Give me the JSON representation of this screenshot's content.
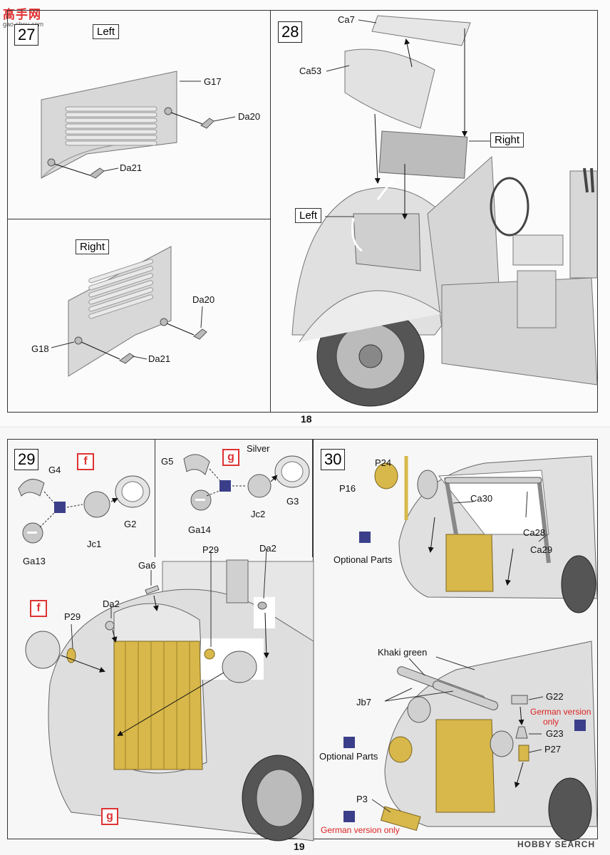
{
  "watermark_top": {
    "chars": "高手网",
    "domain": "gao-shou.com"
  },
  "watermark_bottom": "HOBBY SEARCH",
  "top_page": {
    "page_number": "18",
    "step27": {
      "number": "27",
      "left_label": "Left",
      "right_label": "Right",
      "parts_left": [
        "G17",
        "Da20",
        "Da21"
      ],
      "parts_right": [
        "Da20",
        "G18",
        "Da21"
      ]
    },
    "step28": {
      "number": "28",
      "parts": [
        "Ca7",
        "Ca53"
      ],
      "right_label": "Right",
      "left_label": "Left"
    }
  },
  "bottom_page": {
    "page_number": "19",
    "step29": {
      "number": "29",
      "box_f1": "f",
      "box_g1": "g",
      "box_f2": "f",
      "box_g2": "g",
      "silver": "Silver",
      "parts_a": [
        "G4",
        "Ga13",
        "Jc1",
        "G2"
      ],
      "parts_b": [
        "G5",
        "Ga14",
        "Jc2",
        "G3"
      ],
      "parts_main": [
        "Ga6",
        "P29",
        "Da2",
        "Da2",
        "P29"
      ]
    },
    "step30": {
      "number": "30",
      "parts_top": [
        "P24",
        "P16",
        "Ca30",
        "Ca28",
        "Ca29"
      ],
      "optional_parts": "Optional Parts",
      "khaki": "Khaki green",
      "parts_bottom": [
        "Jb7",
        "G22",
        "G23",
        "P27",
        "P3"
      ],
      "german_only_a": "German version",
      "german_only_b": "only",
      "optional_parts_2": "Optional Parts",
      "german_only_c": "German version only"
    }
  },
  "colors": {
    "red_accent": "#d33333",
    "brass": "#d8b84a",
    "panel_gray": "#dcdcdc"
  }
}
